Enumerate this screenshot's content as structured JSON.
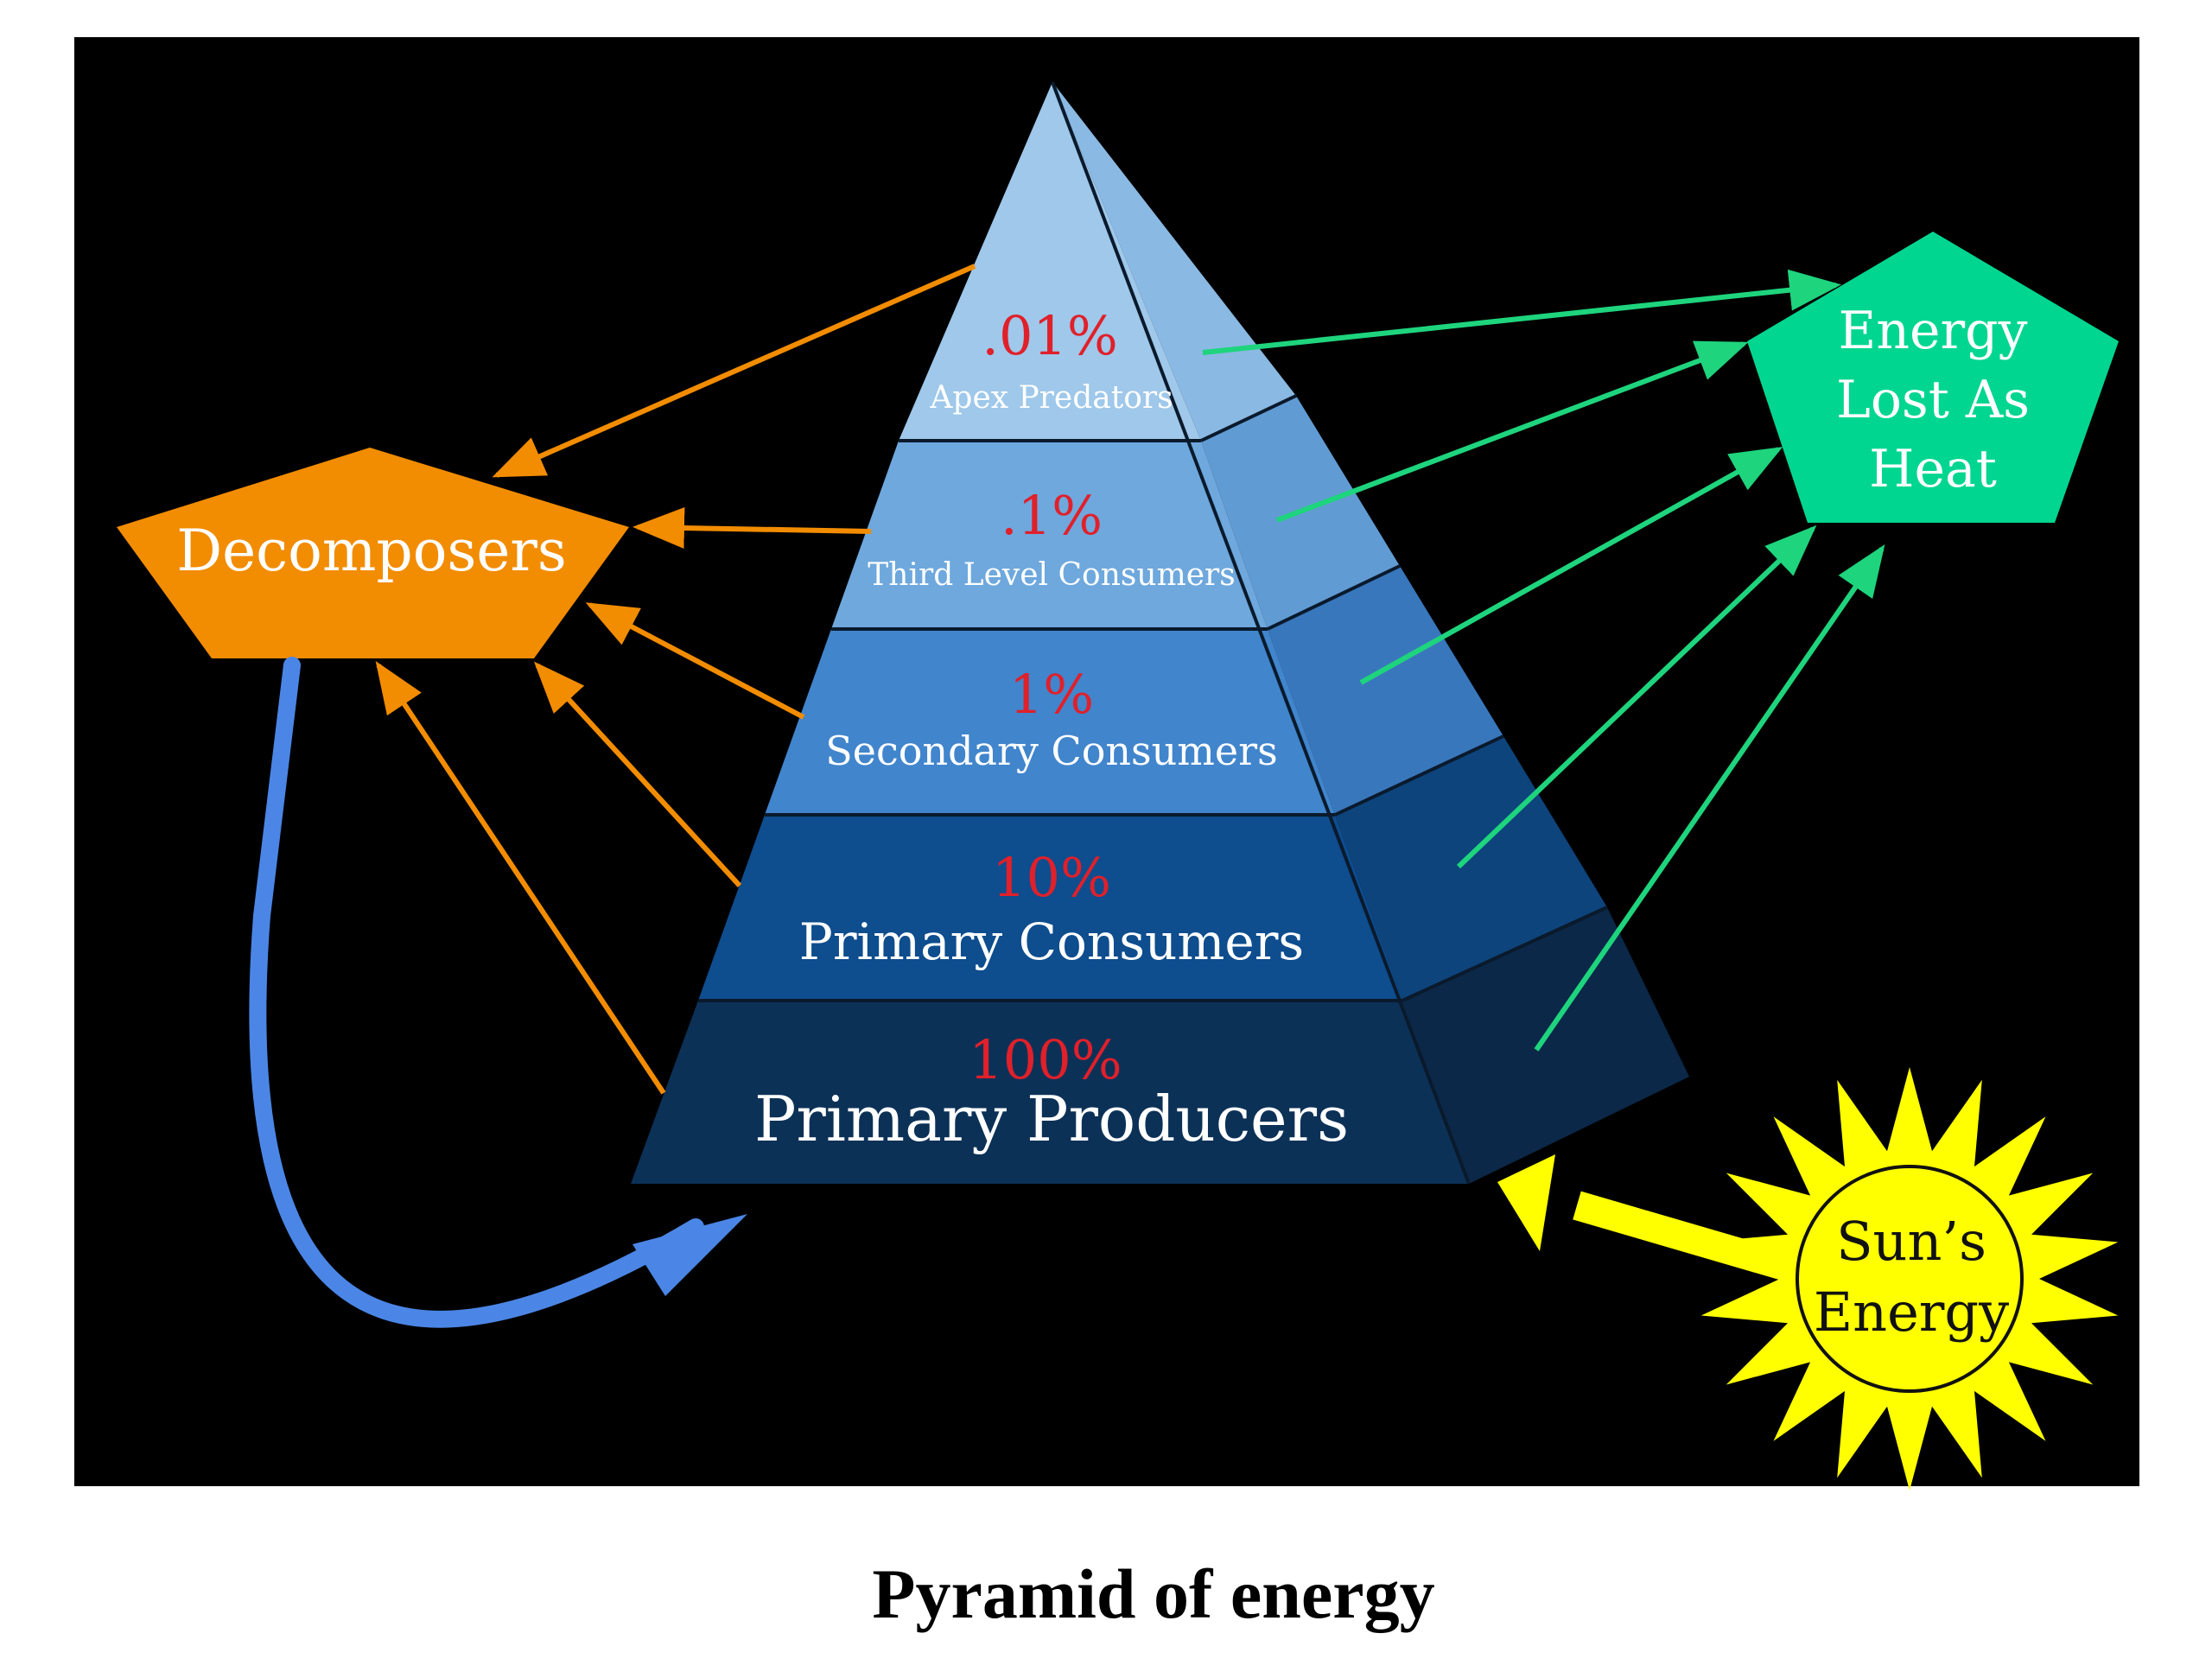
{
  "levels": [
    {
      "percent": "100%",
      "name": "Primary Producers"
    },
    {
      "percent": "10%",
      "name": "Primary Consumers"
    },
    {
      "percent": "1%",
      "name": "Secondary Consumers"
    },
    {
      "percent": ".1%",
      "name": "Third Level Consumers"
    },
    {
      "percent": ".01%",
      "name": "Apex Predators"
    }
  ],
  "decomposers": {
    "label": "Decomposers"
  },
  "heat": {
    "line1": "Energy",
    "line2": "Lost As",
    "line3": "Heat"
  },
  "sun": {
    "line1": "Sun’s",
    "line2": "Energy"
  },
  "caption": "Pyramid of energy",
  "colors": {
    "background": "#000000",
    "percent_text": "#e0202a",
    "decomposers": "#f28c00",
    "heat": "#00d68f",
    "heat_arrow": "#1ed47d",
    "sun": "#ffff00",
    "sun_arrow": "#ffff00",
    "recycle_arrow": "#4b86e6",
    "level_front": [
      "#0c3157",
      "#0e4d8e",
      "#4185cc",
      "#6ea8dd",
      "#9fc8ea"
    ],
    "level_side": [
      "#0b2848",
      "#0d447c",
      "#3977bc",
      "#619bd3",
      "#8ab9e3"
    ]
  }
}
